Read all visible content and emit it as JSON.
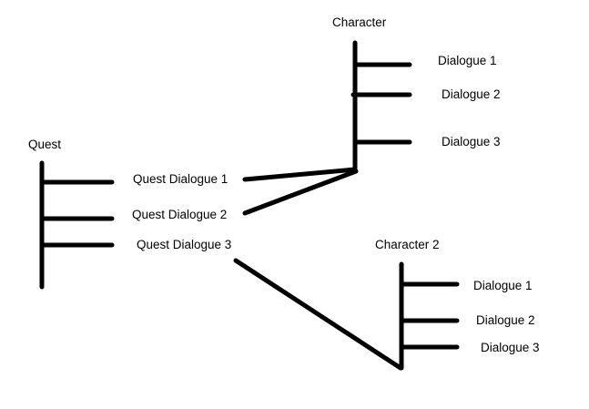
{
  "trees": {
    "quest": {
      "title": "Quest",
      "branches": [
        "Quest Dialogue 1",
        "Quest Dialogue 2",
        "Quest Dialogue 3"
      ]
    },
    "character1": {
      "title": "Character",
      "branches": [
        "Dialogue 1",
        "Dialogue 2",
        "Dialogue 3"
      ]
    },
    "character2": {
      "title": "Character 2",
      "branches": [
        "Dialogue 1",
        "Dialogue 2",
        "Dialogue 3"
      ]
    }
  },
  "connections": [
    {
      "from": "Quest Dialogue 1",
      "to": "Character"
    },
    {
      "from": "Quest Dialogue 2",
      "to": "Character"
    },
    {
      "from": "Quest Dialogue 3",
      "to": "Character 2"
    }
  ],
  "colors": {
    "line": "#000000",
    "text": "#000000",
    "background": "#ffffff"
  }
}
